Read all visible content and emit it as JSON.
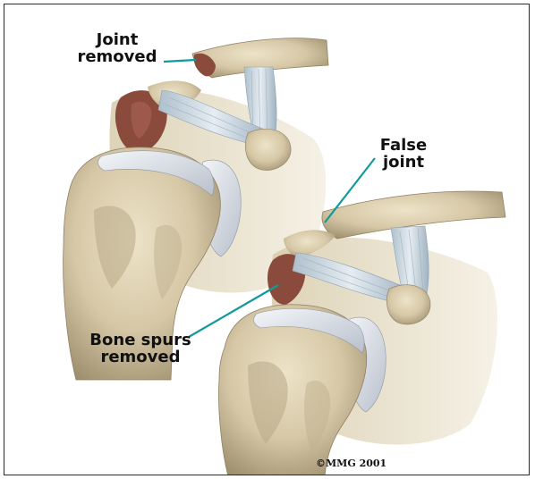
{
  "labels": {
    "joint_removed": [
      "Joint",
      "removed"
    ],
    "false_joint": [
      "False",
      "joint"
    ],
    "bone_spurs_removed": [
      "Bone spurs",
      "removed"
    ]
  },
  "copyright": "©MMG 2001",
  "colors": {
    "bone": "#d9ccab",
    "bone_shadow": "#a89a76",
    "cartilage": "#dfe3ea",
    "tendon": "#c9d6e0",
    "cut_surface": "#8a4a3c",
    "leader_line": "#129a9a"
  }
}
